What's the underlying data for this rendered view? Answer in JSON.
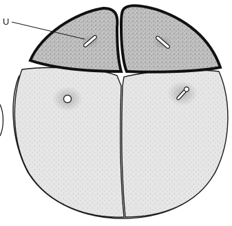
{
  "figure": {
    "labels": [
      {
        "id": "u",
        "text": "U"
      }
    ],
    "colors": {
      "background": "#ffffff",
      "outline": "#1a1a1a",
      "upper_cell_fill": "#b9b9b9",
      "lower_cell_fill": "#e4e4e4",
      "nucleus_fill": "#ffffff",
      "stipple": "#6f6f6f"
    },
    "structures": [
      {
        "name": "upper-left-micromere",
        "kind": "cell"
      },
      {
        "name": "upper-right-micromere",
        "kind": "cell"
      },
      {
        "name": "lower-left-macromere",
        "kind": "cell"
      },
      {
        "name": "lower-right-macromere",
        "kind": "cell"
      }
    ]
  }
}
